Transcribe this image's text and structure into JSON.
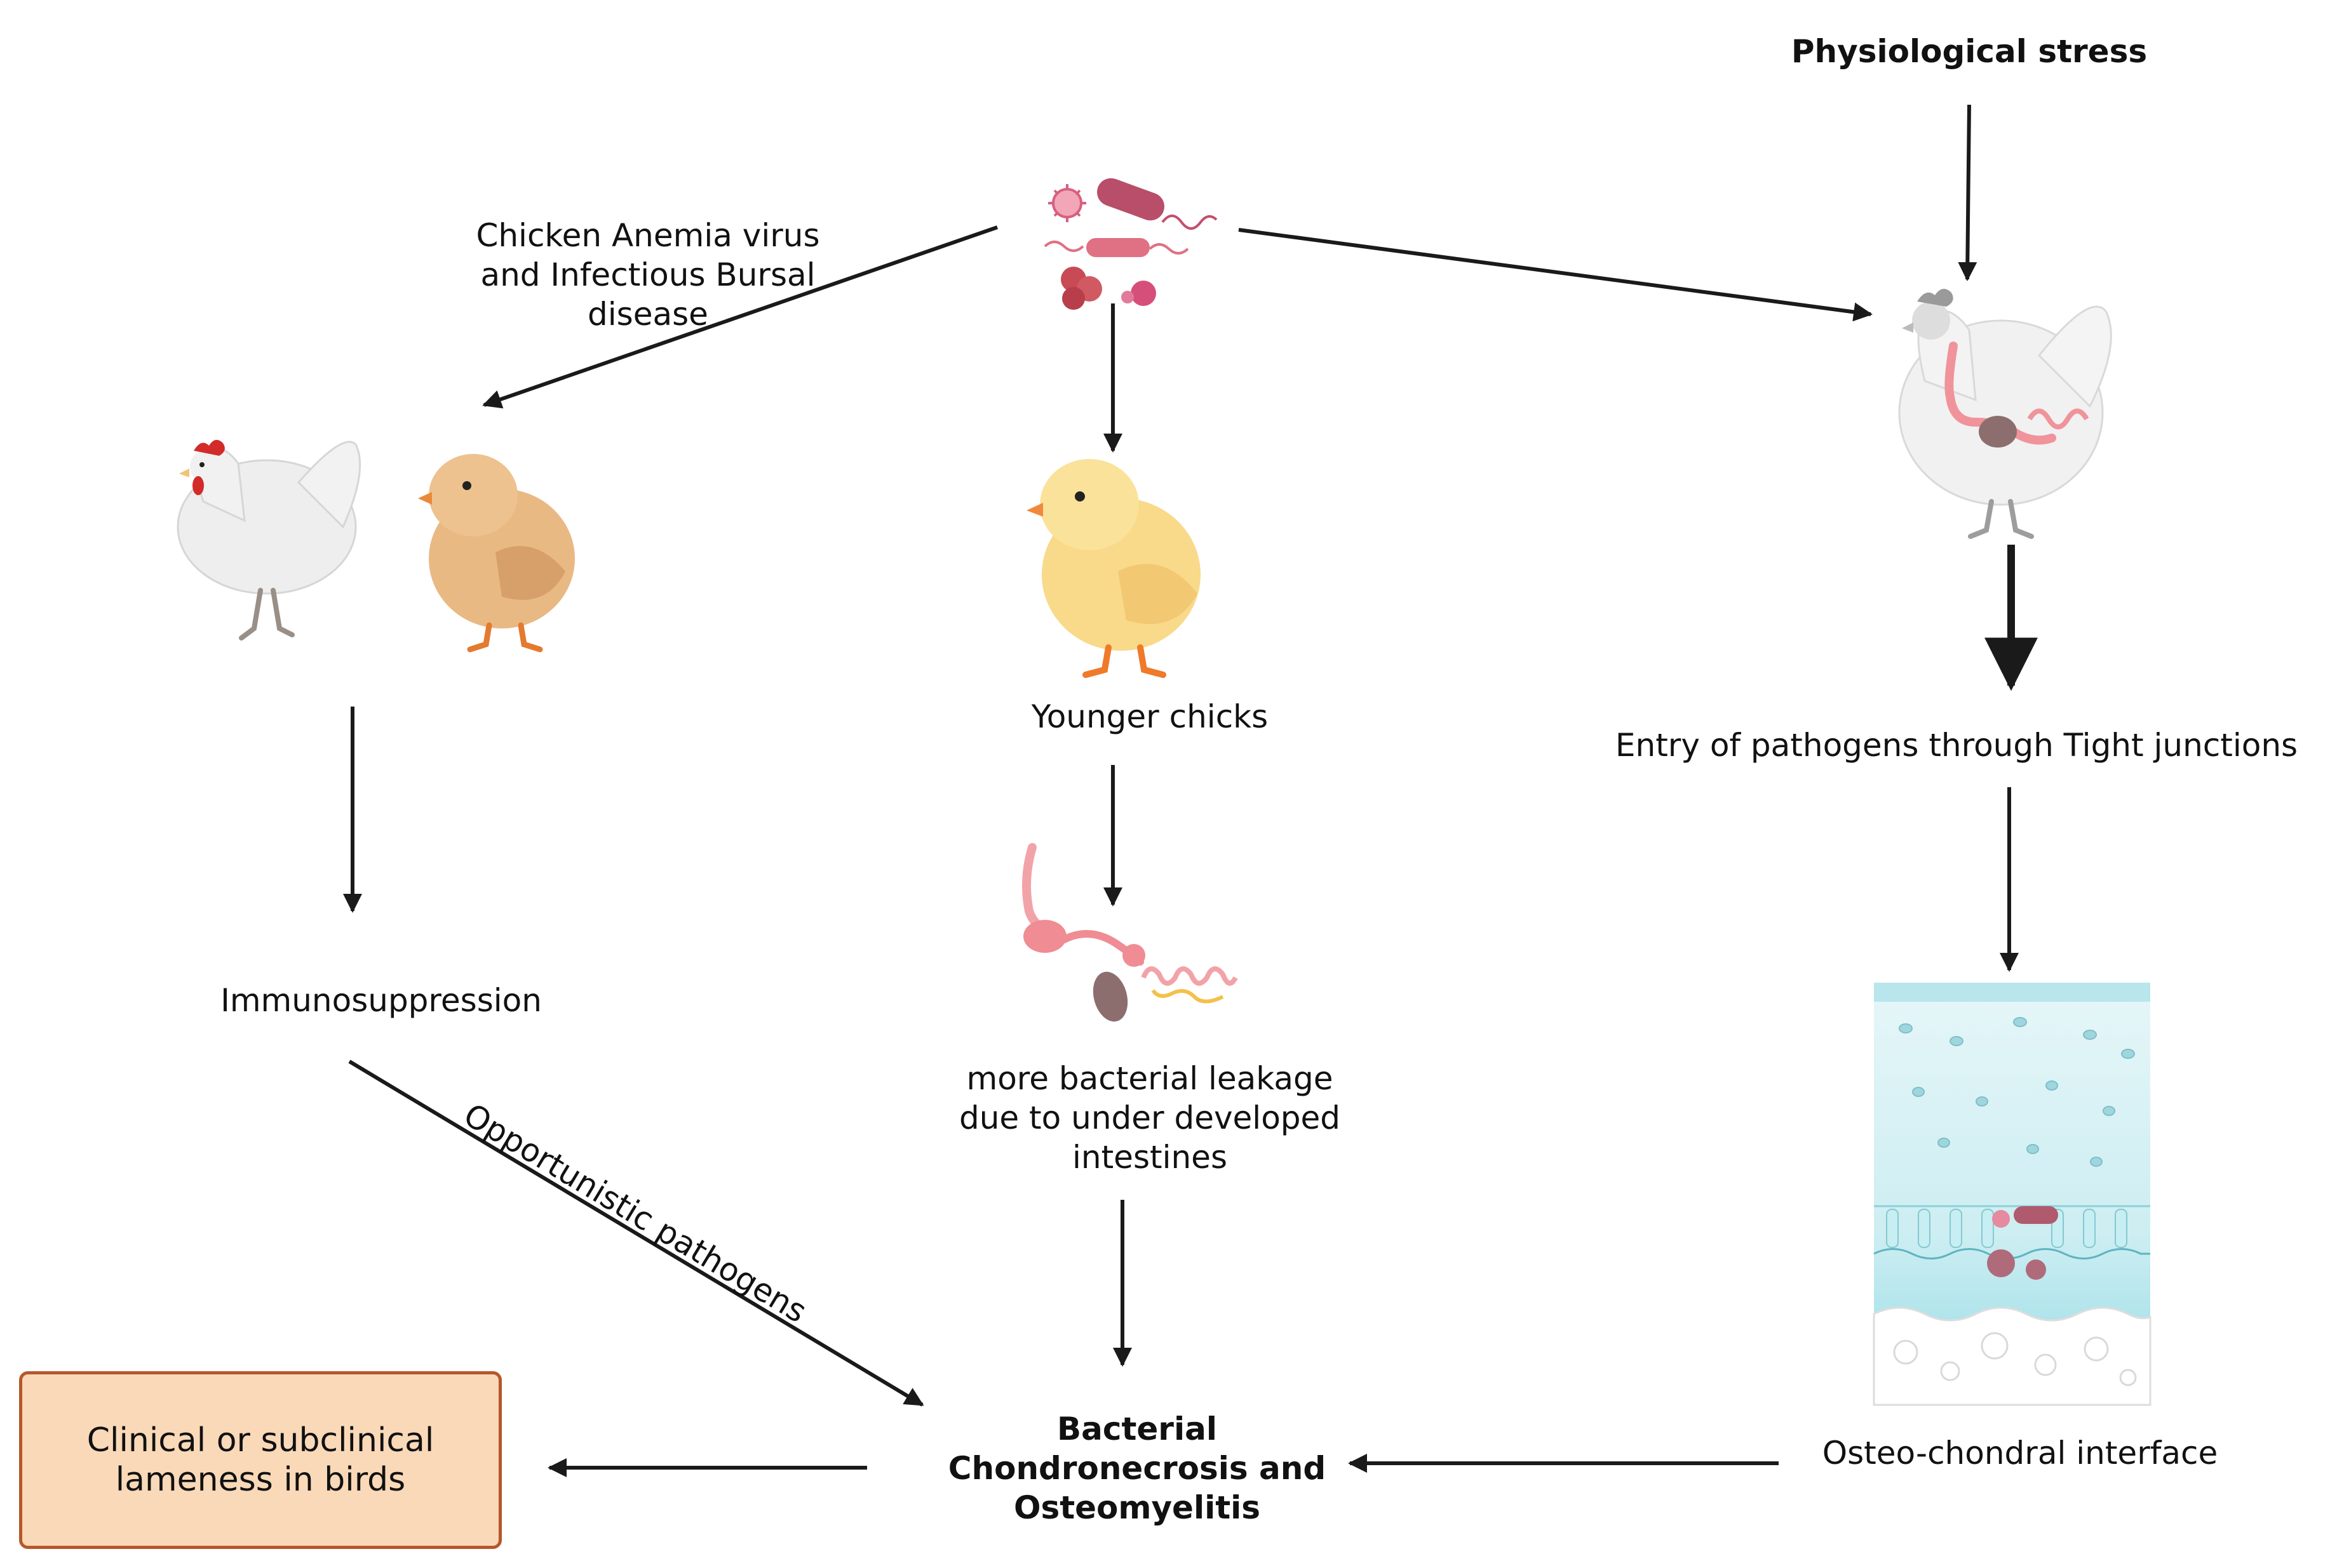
{
  "labels": {
    "physiological_stress": "Physiological stress",
    "cav_ibd": "Chicken Anemia virus\nand Infectious Bursal\ndisease",
    "younger_chicks": "Younger chicks",
    "entry_tight_junctions": "Entry of pathogens through Tight junctions",
    "immunosuppression": "Immunosuppression",
    "bacterial_leakage": "more bacterial leakage\ndue to under developed\nintestines",
    "opportunistic": "Opportunistic pathogens",
    "bcom": "Bacterial\nChondronecrosis and\nOsteomyelitis",
    "osteo_chondral": "Osteo-chondral interface",
    "lameness": "Clinical or subclinical\nlameness in birds"
  },
  "colors": {
    "arrow": "#1a1a1a",
    "box_fill": "#f9d9b8",
    "box_border": "#b5582a"
  },
  "icons": [
    "pathogens-icon",
    "hen-icon",
    "chick-brown-icon",
    "chick-yellow-icon",
    "hen-gut-icon",
    "intestine-icon",
    "cartilage-tissue-icon"
  ]
}
